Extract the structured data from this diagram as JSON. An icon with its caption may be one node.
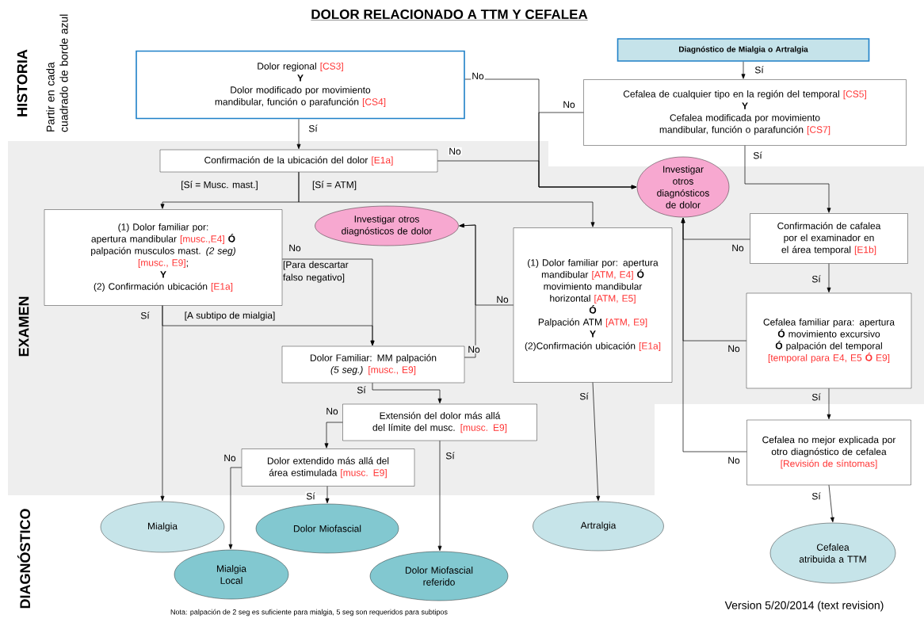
{
  "diagram": {
    "title": "DOLOR RELACIONADO A TTM Y CEFALEA",
    "nodes": [
      {
        "text": [
          "Dolor regional",
          "[CS3]",
          "Y",
          "Dolor modificado por movimiento mandibular, función o parafunción",
          "[CS4]"
        ]
      },
      {
        "text": [
          "Diagnóstico de Mialgia o Artralgia"
        ]
      },
      {
        "text": [
          "Cefalea de cualquier tipo en la región del temporal",
          "[CS5]",
          "Y",
          "Cefalea modificada por movimiento mandibular, función o parafunción",
          "[CS7]"
        ]
      },
      {
        "text": [
          "Confirmación de la ubicación del dolor",
          "[E1a]"
        ]
      },
      {
        "text": [
          "Investigar otros diagnósticos de dolor"
        ]
      },
      {
        "text": [
          "(1) Dolor familiar por:",
          "apertura mandibular",
          "[musc.,E4]",
          "Ó",
          "palpación musculos mast.",
          "(2 seg)",
          "[musc., E9]",
          ";",
          "Y",
          "(2) Confirmación ubicación",
          "[E1a]"
        ]
      },
      {
        "text": [
          "Investigar otros diagnósticos de dolor"
        ]
      },
      {
        "text": [
          "(1) Dolor familiar por: apertura mandibular",
          "[ATM, E4]",
          "Ó",
          "movimiento mandibular horizontal",
          "[ATM, E5]",
          "Ó",
          "Palpación ATM",
          "[ATM, E9]",
          "Y",
          "(2)Confirmación ubicación",
          "[E1a]"
        ]
      },
      {
        "text": [
          "Confirmación de cafalea por el examinador en el área temporal",
          "[E1b]"
        ]
      },
      {
        "text": [
          "Dolor Familiar: MM palpación",
          "(5 seg.)",
          "[musc., E9]"
        ]
      },
      {
        "text": [
          "Cefalea familiar para: apertura",
          "Ó",
          "movimiento excursivo",
          "Ó",
          "palpación del temporal",
          "[temporal para E4, E5",
          "Ó",
          "E9]"
        ]
      },
      {
        "text": [
          "Extensión del dolor más allá del límite del musc.",
          "[musc. E9]"
        ]
      },
      {
        "text": [
          "Cefalea no mejor explicada por otro diagnóstico de cefalea",
          "[Revisión de síntomas]"
        ]
      },
      {
        "text": [
          "Dolor extendido más allá del área estimulada",
          "[musc. E9]"
        ]
      },
      {
        "text": [
          "Mialgia"
        ]
      },
      {
        "text": [
          "Dolor Miofascial"
        ]
      },
      {
        "text": [
          "Artralgia"
        ]
      },
      {
        "text": [
          "Mialgia Local"
        ]
      },
      {
        "text": [
          "Dolor Miofascial referido"
        ]
      },
      {
        "text": [
          "Cefalea atribuida a TTM"
        ]
      }
    ],
    "edges": [
      {
        "from": 0,
        "to": 3,
        "arrow": "to",
        "label": "Sí"
      },
      {
        "from": 0,
        "to": 4,
        "arrow": "to",
        "label": "No"
      },
      {
        "from": 2,
        "to": 4,
        "arrow": "to",
        "label": "No"
      },
      {
        "from": 3,
        "to": 4,
        "arrow": "to",
        "label": "No"
      },
      {
        "from": 1,
        "to": 2,
        "arrow": "to",
        "label": "Sí"
      },
      {
        "from": 3,
        "to": 5,
        "arrow": "to",
        "label": "[Sí = Musc. mast.]"
      },
      {
        "from": 3,
        "to": 7,
        "arrow": "to",
        "label": "[Sí = ATM]"
      },
      {
        "from": 2,
        "to": 8,
        "arrow": "to",
        "label": "Sí"
      },
      {
        "from": 5,
        "to": 9,
        "arrow": "to",
        "label": "No"
      },
      {
        "from": 5,
        "to": 14,
        "arrow": "to",
        "label": "Sí"
      },
      {
        "from": 5,
        "to": 9,
        "arrow": "to",
        "label": "[A subtipo de mialgia]"
      },
      {
        "from": 9,
        "to": 6,
        "arrow": "to",
        "label": "No"
      },
      {
        "from": 7,
        "to": 6,
        "arrow": "to",
        "label": "No"
      },
      {
        "from": 9,
        "to": 11,
        "arrow": "to",
        "label": "Sí"
      },
      {
        "from": 11,
        "to": 13,
        "arrow": "to",
        "label": "No"
      },
      {
        "from": 11,
        "to": 18,
        "arrow": "to",
        "label": "Sí"
      },
      {
        "from": 13,
        "to": 15,
        "arrow": "to",
        "label": "Sí"
      },
      {
        "from": 13,
        "to": 17,
        "arrow": "to",
        "label": "No"
      },
      {
        "from": 7,
        "to": 16,
        "arrow": "to",
        "label": "Sí"
      },
      {
        "from": 8,
        "to": 4,
        "arrow": "to",
        "label": "No"
      },
      {
        "from": 10,
        "to": 4,
        "arrow": "to",
        "label": "No"
      },
      {
        "from": 12,
        "to": 4,
        "arrow": "to",
        "label": "No"
      },
      {
        "from": 8,
        "to": 10,
        "arrow": "to",
        "label": "Sí"
      },
      {
        "from": 10,
        "to": 12,
        "arrow": "to",
        "label": "Sí"
      },
      {
        "from": 12,
        "to": 19,
        "arrow": "to",
        "label": "Sí"
      }
    ],
    "labels": [
      "HISTORIA",
      "Partir en cada cuadrado de borde azul",
      "EXAMEN",
      "DIAGNÓSTICO",
      "[Para descartar falso negativo]",
      "Nota: palpación de 2 seg es suficiente para mialgia, 5 seg son requeridos para subtipos",
      "Version 5/20/2014 (text revision)"
    ]
  }
}
